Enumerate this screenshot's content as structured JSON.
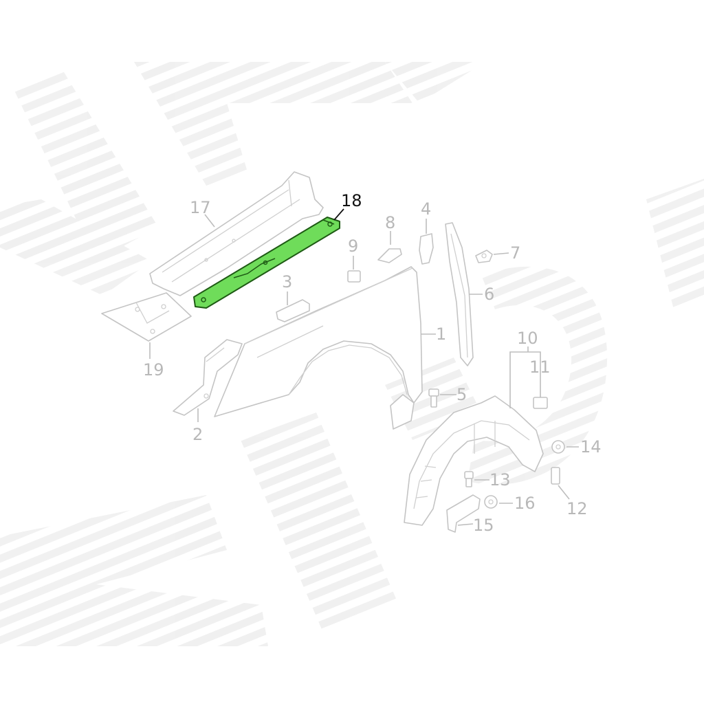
{
  "diagram": {
    "highlight_color": "#6fdc5a",
    "highlight_stroke": "#1e5a14",
    "parts": [
      {
        "id": "part-1",
        "label": "1"
      },
      {
        "id": "part-2",
        "label": "2"
      },
      {
        "id": "part-3",
        "label": "3"
      },
      {
        "id": "part-4",
        "label": "4"
      },
      {
        "id": "part-5",
        "label": "5"
      },
      {
        "id": "part-6",
        "label": "6"
      },
      {
        "id": "part-7",
        "label": "7"
      },
      {
        "id": "part-8",
        "label": "8"
      },
      {
        "id": "part-9",
        "label": "9"
      },
      {
        "id": "part-10",
        "label": "10"
      },
      {
        "id": "part-11",
        "label": "11"
      },
      {
        "id": "part-12",
        "label": "12"
      },
      {
        "id": "part-13",
        "label": "13"
      },
      {
        "id": "part-14",
        "label": "14"
      },
      {
        "id": "part-15",
        "label": "15"
      },
      {
        "id": "part-16",
        "label": "16"
      },
      {
        "id": "part-17",
        "label": "17"
      },
      {
        "id": "part-18",
        "label": "18",
        "highlighted": true
      },
      {
        "id": "part-19",
        "label": "19"
      }
    ]
  }
}
